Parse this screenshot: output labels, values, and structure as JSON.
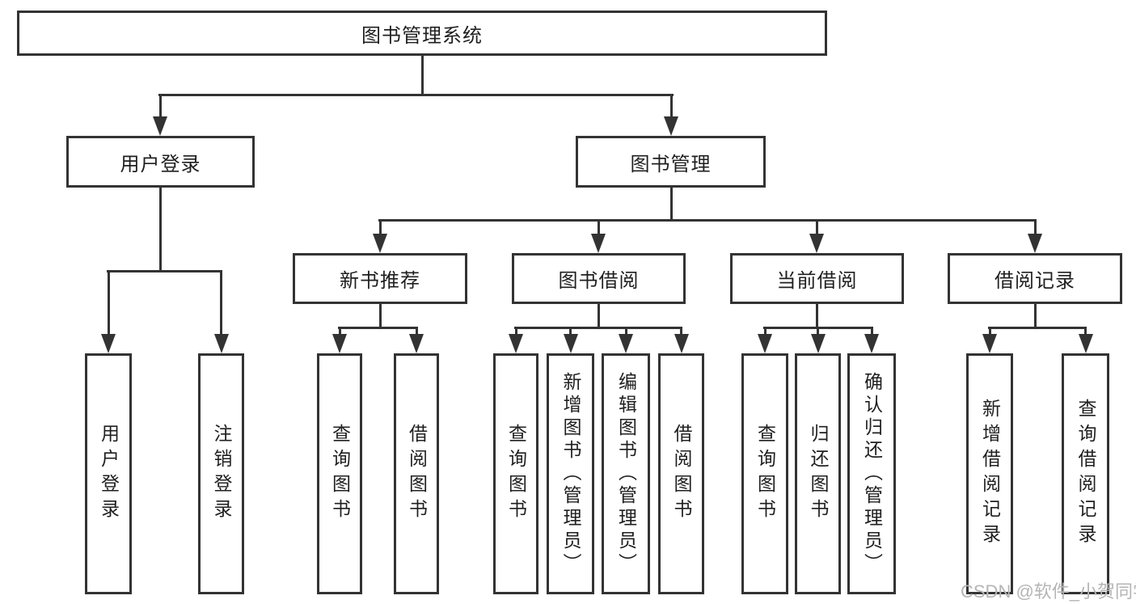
{
  "title": {
    "root": "图书管理系统"
  },
  "level2": {
    "user_login": "用户登录",
    "book_mgmt": "图书管理"
  },
  "level3": {
    "new_book": "新书推荐",
    "book_borrow": "图书借阅",
    "current_borrow": "当前借阅",
    "borrow_record": "借阅记录"
  },
  "leaves": {
    "user_login": [
      "用户登录",
      "注销登录"
    ],
    "new_book": [
      "查询图书",
      "借阅图书"
    ],
    "book_borrow": [
      "查询图书",
      "新增图书（管理员）",
      "编辑图书（管理员）",
      "借阅图书"
    ],
    "current_borrow": [
      "查询图书",
      "归还图书",
      "确认归还（管理员）"
    ],
    "borrow_record": [
      "新增借阅记录",
      "查询借阅记录"
    ]
  },
  "watermark": "CSDN @软件_小贺同学",
  "colors": {
    "line": "#333333",
    "text": "#1f1f1f",
    "watermark": "#b5b5b5",
    "background": "#ffffff"
  }
}
